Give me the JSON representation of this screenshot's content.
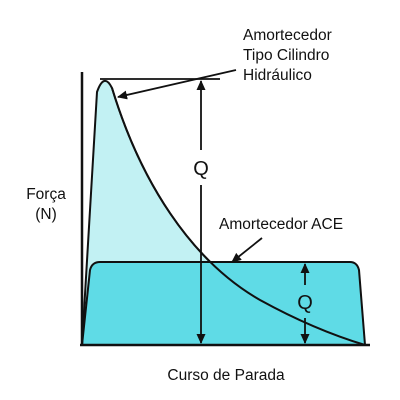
{
  "labels": {
    "y_axis_line1": "Força",
    "y_axis_line2": "(N)",
    "x_axis": "Curso de Parada",
    "hydraulic_line1": "Amortecedor",
    "hydraulic_line2": "Tipo Cilindro",
    "hydraulic_line3": "Hidráulico",
    "ace": "Amortecedor ACE",
    "q_large": "Q",
    "q_small": "Q"
  },
  "colors": {
    "hydraulic_fill": "#c2f1f3",
    "ace_fill": "#5fdbe6",
    "stroke": "#111111"
  }
}
